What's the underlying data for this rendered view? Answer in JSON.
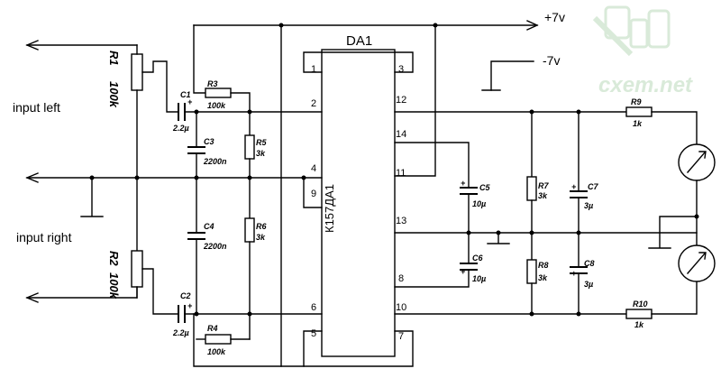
{
  "chip": {
    "designator": "DA1",
    "part": "К157ДА1",
    "pins": {
      "p1": "1",
      "p2": "2",
      "p3": "3",
      "p4": "4",
      "p5": "5",
      "p6": "6",
      "p7": "7",
      "p8": "8",
      "p9": "9",
      "p10": "10",
      "p11": "11",
      "p12": "12",
      "p13": "13",
      "p14": "14"
    }
  },
  "rails": {
    "positive": "+7v",
    "negative": "-7v"
  },
  "inputs": {
    "left": "input left",
    "right": "input right"
  },
  "resistors": {
    "r1": {
      "ref": "R1",
      "value": "100k"
    },
    "r2": {
      "ref": "R2",
      "value": "100k"
    },
    "r3": {
      "ref": "R3",
      "value": "100k"
    },
    "r4": {
      "ref": "R4",
      "value": "100k"
    },
    "r5": {
      "ref": "R5",
      "value": "3k"
    },
    "r6": {
      "ref": "R6",
      "value": "3k"
    },
    "r7": {
      "ref": "R7",
      "value": "3k"
    },
    "r8": {
      "ref": "R8",
      "value": "3k"
    },
    "r9": {
      "ref": "R9",
      "value": "1k"
    },
    "r10": {
      "ref": "R10",
      "value": "1k"
    }
  },
  "capacitors": {
    "c1": {
      "ref": "C1",
      "value": "2.2µ"
    },
    "c2": {
      "ref": "C2",
      "value": "2.2µ"
    },
    "c3": {
      "ref": "C3",
      "value": "2200n"
    },
    "c4": {
      "ref": "C4",
      "value": "2200n"
    },
    "c5": {
      "ref": "C5",
      "value": "10µ"
    },
    "c6": {
      "ref": "C6",
      "value": "10µ"
    },
    "c7": {
      "ref": "C7",
      "value": "3µ"
    },
    "c8": {
      "ref": "C8",
      "value": "3µ"
    }
  },
  "polarity": "+",
  "watermark": "cxem.net",
  "icons": [
    "meter-icon",
    "ground-icon",
    "arrow-icon",
    "logo-icon"
  ]
}
